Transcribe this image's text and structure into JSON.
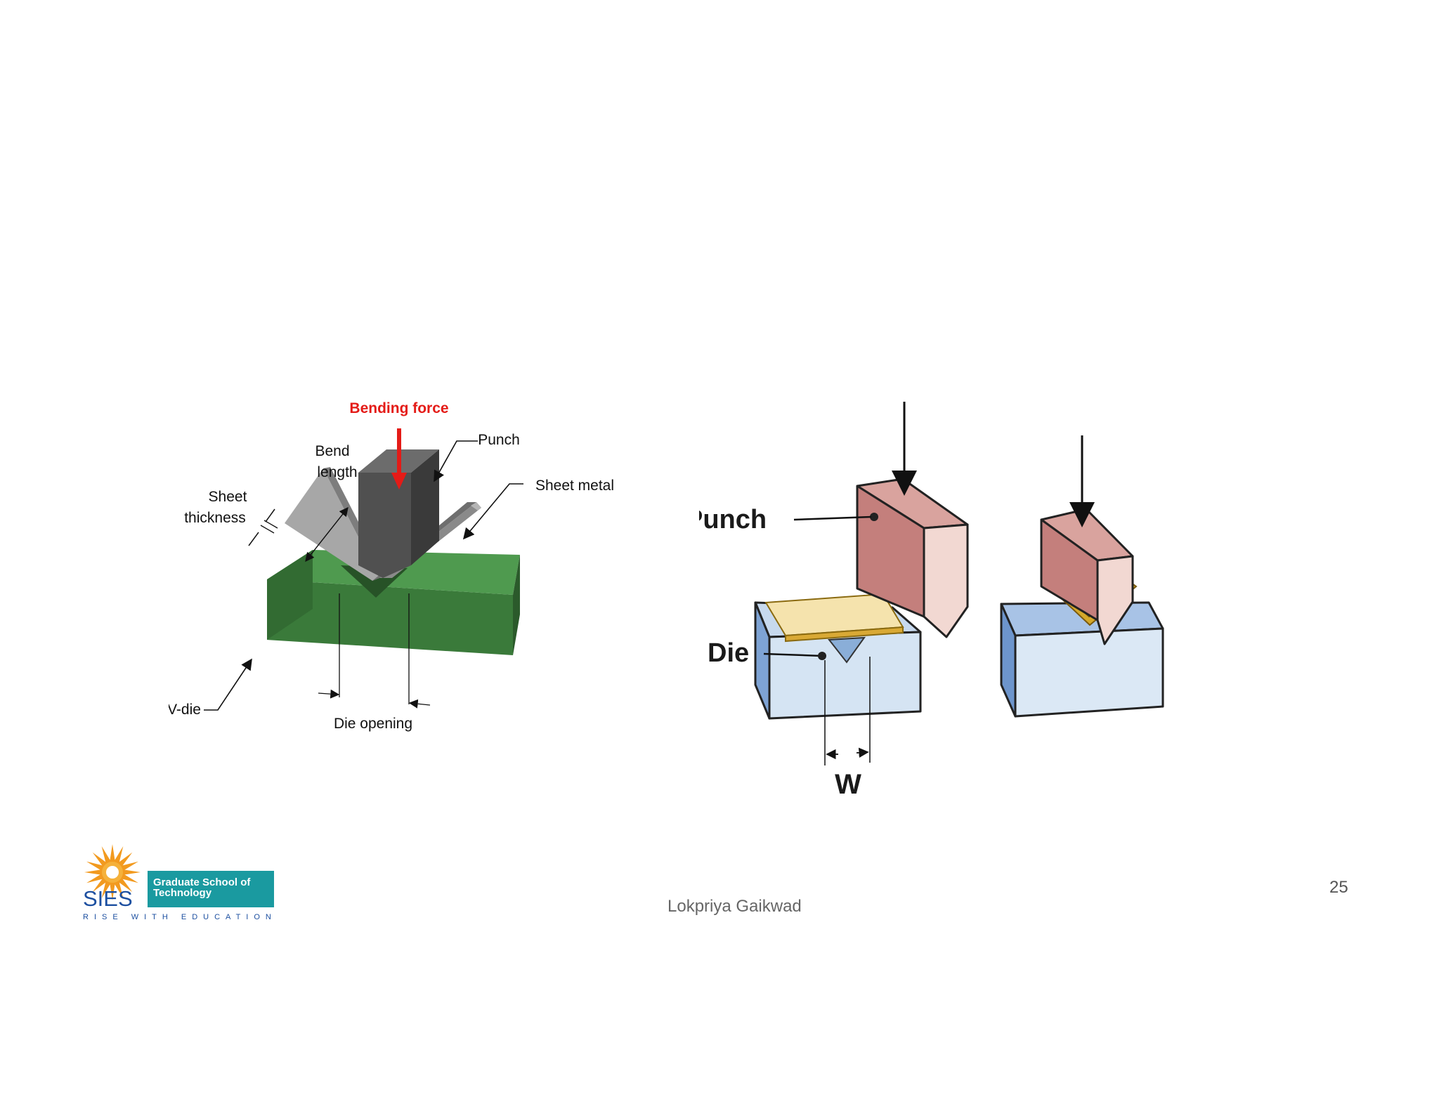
{
  "left_figure": {
    "bending_force_label": "Bending force",
    "punch_label": "Punch",
    "bend_length_line1": "Bend",
    "bend_length_line2": "length",
    "sheet_metal_label": "Sheet metal",
    "sheet_thickness_line1": "Sheet",
    "sheet_thickness_line2": "thickness",
    "v_die_label": "V-die",
    "die_opening_label": "Die opening",
    "colors": {
      "force_arrow": "#e41b17",
      "die": "#3b7d3b",
      "punch": "#555555",
      "sheet": "#9a9a9a"
    }
  },
  "right_figure": {
    "punch_label": "Punch",
    "die_label": "Die",
    "width_label": "W",
    "colors": {
      "punch": "#c47f7c",
      "die": "#8fb0d8",
      "sheet": "#f3dfa8",
      "bent_sheet": "#d4a82a"
    }
  },
  "footer": {
    "logo": {
      "org": "SIES",
      "badge_line1": "Graduate School of",
      "badge_line2": "Technology",
      "tagline": "RISE WITH EDUCATION",
      "colors": {
        "sun": "#f29a1f",
        "badge": "#1a9aa0",
        "wordmark": "#1c4fa0"
      }
    },
    "author": "Lokpriya Gaikwad",
    "page_number": "25"
  }
}
